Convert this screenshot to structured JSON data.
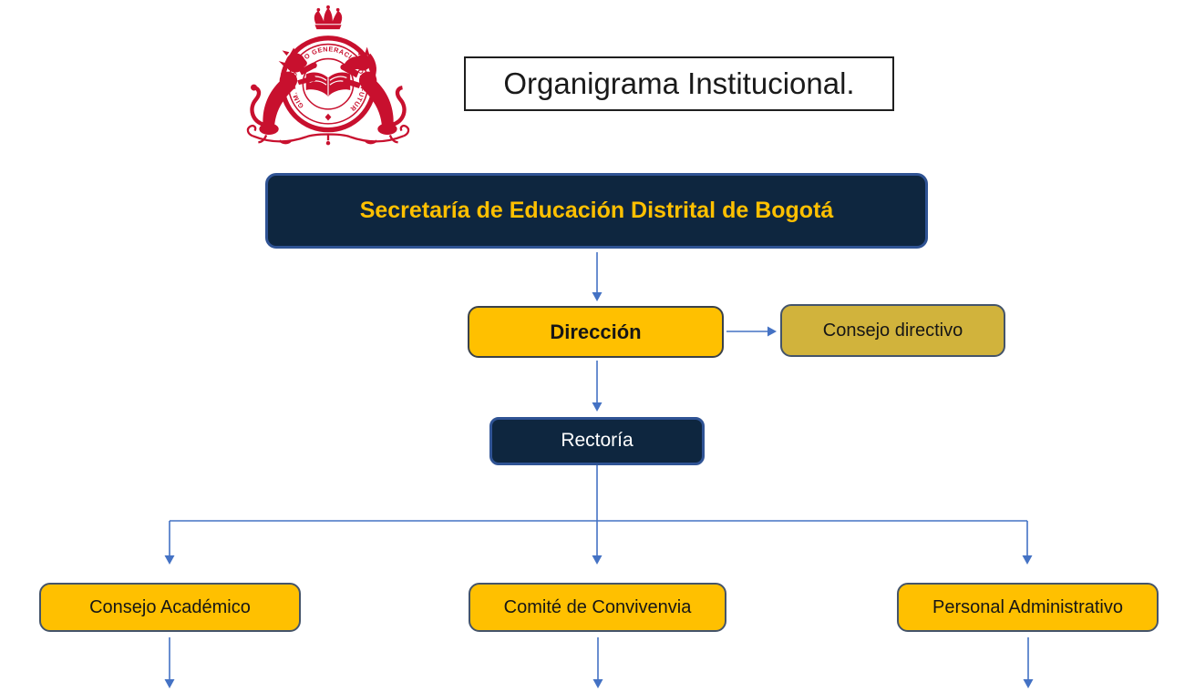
{
  "page": {
    "background": "#ffffff"
  },
  "logo": {
    "description": "Red heraldic school crest with crown, two rampant beasts and circular seal with open book",
    "ring_text": "GIM. MODERNO GENERACIÓN DEL FUTURO",
    "color": "#C8102E"
  },
  "title": {
    "text": "Organigrama Institucional."
  },
  "chart": {
    "type": "org-chart",
    "connector_color": "#4472C4",
    "nodes": {
      "secretaria": {
        "label": "Secretaría de Educación Distrital de Bogotá",
        "fill": "#0E263F",
        "border": "#2F5394",
        "text_color": "#FFC000"
      },
      "direccion": {
        "label": "Dirección",
        "fill": "#FFC000",
        "border": "#3A4149",
        "text_color": "#161616"
      },
      "consejo_directivo": {
        "label": "Consejo directivo",
        "fill": "#D1B33C",
        "border": "#44546A",
        "text_color": "#161616"
      },
      "rectoria": {
        "label": "Rectoría",
        "fill": "#0E263F",
        "border": "#2F5394",
        "text_color": "#FFFFFF"
      },
      "consejo_academico": {
        "label": "Consejo Académico",
        "fill": "#FFC000",
        "border": "#44546A",
        "text_color": "#161616"
      },
      "comite_convivencia": {
        "label": "Comité de Convivenvia",
        "fill": "#FFC000",
        "border": "#44546A",
        "text_color": "#161616"
      },
      "personal_administrativo": {
        "label": "Personal Administrativo",
        "fill": "#FFC000",
        "border": "#44546A",
        "text_color": "#161616"
      }
    },
    "edges": [
      "secretaria -> direccion",
      "direccion -> consejo_directivo",
      "direccion -> rectoria",
      "rectoria -> consejo_academico",
      "rectoria -> comite_convivencia",
      "rectoria -> personal_administrativo",
      "consejo_academico -> (down)",
      "comite_convivencia -> (down)",
      "personal_administrativo -> (down)"
    ]
  }
}
